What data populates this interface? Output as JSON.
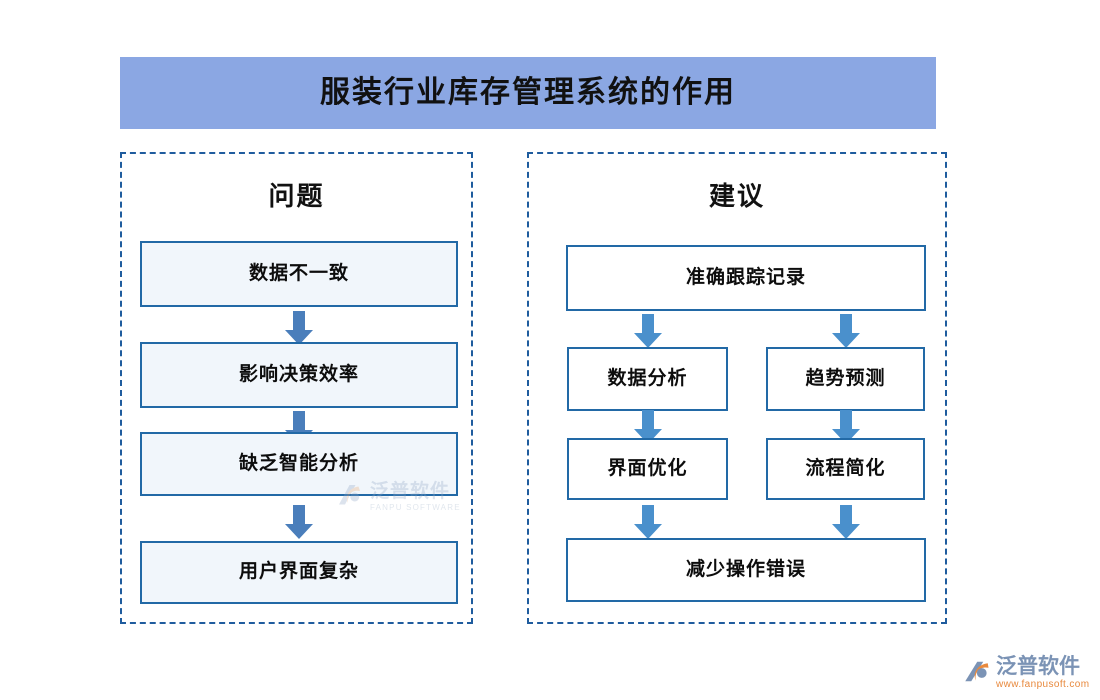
{
  "title": {
    "text": "服装行业库存管理系统的作用",
    "banner_color": "#8ba7e3"
  },
  "colors": {
    "banner": "#8ba7e3",
    "panel_border": "#1f5c9e",
    "node_border": "#2269a6",
    "node_fill_tint": "#f1f6fb",
    "node_fill_white": "#ffffff",
    "arrow_left": "#4a7ebb",
    "arrow_right": "#4a90cc",
    "brand_cn": "#7b93b5",
    "brand_url": "#e8893d"
  },
  "panels": [
    {
      "id": "problem",
      "heading": "问题",
      "nodes": [
        {
          "id": "p1",
          "label": "数据不一致"
        },
        {
          "id": "p2",
          "label": "影响决策效率"
        },
        {
          "id": "p3",
          "label": "缺乏智能分析"
        },
        {
          "id": "p4",
          "label": "用户界面复杂"
        }
      ],
      "arrows": 3
    },
    {
      "id": "advice",
      "heading": "建议",
      "nodes": [
        {
          "id": "a1",
          "label": "准确跟踪记录"
        },
        {
          "id": "a2",
          "label": "数据分析"
        },
        {
          "id": "a3",
          "label": "趋势预测"
        },
        {
          "id": "a4",
          "label": "界面优化"
        },
        {
          "id": "a5",
          "label": "流程简化"
        },
        {
          "id": "a6",
          "label": "减少操作错误"
        }
      ],
      "arrows": 6
    }
  ],
  "watermark": {
    "cn": "泛普软件",
    "en": "FANPU SOFTWARE"
  },
  "brand_logo": {
    "cn": "泛普软件",
    "url": "www.fanpusoft.com"
  },
  "chart_data": {
    "type": "diagram",
    "title": "服装行业库存管理系统的作用",
    "flows": [
      {
        "group": "问题",
        "sequence": [
          "数据不一致",
          "影响决策效率",
          "缺乏智能分析",
          "用户界面复杂"
        ],
        "edges": [
          [
            "数据不一致",
            "影响决策效率"
          ],
          [
            "影响决策效率",
            "缺乏智能分析"
          ],
          [
            "缺乏智能分析",
            "用户界面复杂"
          ]
        ]
      },
      {
        "group": "建议",
        "sequence": [
          "准确跟踪记录",
          "数据分析",
          "趋势预测",
          "界面优化",
          "流程简化",
          "减少操作错误"
        ],
        "edges": [
          [
            "准确跟踪记录",
            "数据分析"
          ],
          [
            "准确跟踪记录",
            "趋势预测"
          ],
          [
            "数据分析",
            "界面优化"
          ],
          [
            "趋势预测",
            "流程简化"
          ],
          [
            "界面优化",
            "减少操作错误"
          ],
          [
            "流程简化",
            "减少操作错误"
          ]
        ]
      }
    ]
  }
}
